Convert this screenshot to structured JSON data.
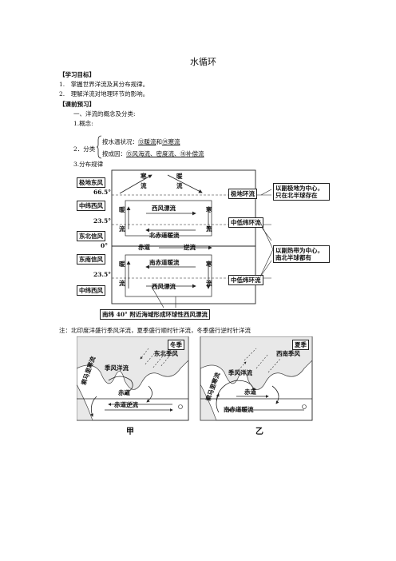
{
  "title": "水循环",
  "goals_heading": "【学习目标】",
  "goals": [
    "1.　掌握世界洋流及其分布规律。",
    "2.　理解洋流对地理环节的影响。"
  ],
  "preview_heading": "【课前预习】",
  "section1": "一、洋流的概念及分类:",
  "item1": "1.概念:",
  "item2": "2．分类",
  "class_temp_prefix": "按水温状况：",
  "class_temp_a": "⑬暖流",
  "class_temp_and": "和",
  "class_temp_b": "⑭寒流",
  "class_cause_prefix": "按成因：",
  "class_cause": "⑮风海流、密度流、⑯补偿流",
  "item3": "3.分布规律",
  "diagram": {
    "left_labels": [
      "极地东风",
      "66.5°",
      "中纬西风",
      "23.5°",
      "东北信风",
      "0°",
      "东南信风",
      "23.5°",
      "中纬西风"
    ],
    "cold_current": "寒",
    "warm_current": "暖",
    "liu": "流",
    "west_drift": "西风漂流",
    "north_eq": "北赤道暖流",
    "equator": "赤道",
    "counter": "逆流",
    "south_eq": "南赤道暖流",
    "polar_gyre": "极地环流",
    "mid_low_gyre": "中低纬环流",
    "polar_note": "以副极地为中心，只在北半球存在",
    "sub_note": "以副热带为中心，南北半球都有",
    "bottom_note": "南纬 40° 附近海域形成环球性西风漂流"
  },
  "note": "注：北印度洋盛行季风洋流，夏季盛行顺时针洋流，冬季盛行逆时针洋流",
  "maps": {
    "winter": "冬季",
    "summer": "夏季",
    "ne_monsoon": "东北季风",
    "sw_monsoon": "西南季风",
    "monsoon_current": "季风洋流",
    "equator": "赤道",
    "eq_counter": "赤道逆流",
    "somali": "索马里寒流",
    "south_eq_warm": "南赤道暖流",
    "jia": "甲",
    "yi": "乙"
  }
}
